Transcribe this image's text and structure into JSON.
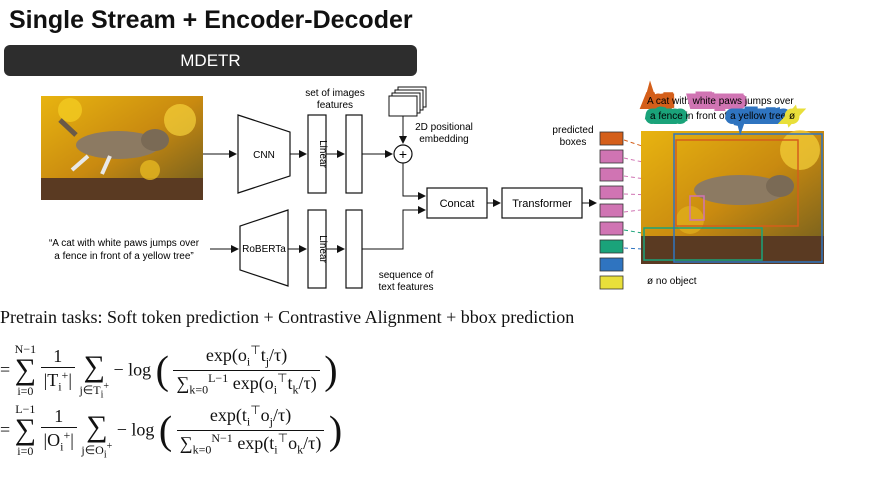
{
  "title": "Single Stream + Encoder-Decoder",
  "banner": "MDETR",
  "diagram": {
    "cnn": "CNN",
    "roberta": "RoBERTa",
    "linear1": "Linear",
    "linear2": "Linear",
    "img_features": [
      "set of images",
      "features"
    ],
    "pos_embed": [
      "2D positional",
      "embedding"
    ],
    "plus": "+",
    "concat": "Concat",
    "transformer": "Transformer",
    "caption": [
      "“A cat with white paws jumps over",
      "a fence in front of a yellow tree”"
    ],
    "text_features": [
      "sequence of",
      "text features"
    ],
    "predicted_boxes": [
      "predicted",
      "boxes"
    ],
    "no_object": "ø no object",
    "output_caption": {
      "line1": [
        {
          "text": "A cat",
          "hl": "#d45f1a"
        },
        {
          "text": " with ",
          "hl": ""
        },
        {
          "text": "white paws",
          "hl": "#d074b3"
        },
        {
          "text": " jumps over",
          "hl": ""
        }
      ],
      "line2": [
        {
          "text": "a fence",
          "hl": "#1aa37a"
        },
        {
          "text": " in front of ",
          "hl": ""
        },
        {
          "text": "a yellow tree",
          "hl": "#2f74c0"
        },
        {
          "text": " ø",
          "hl": "#e8df3a"
        }
      ]
    },
    "box_colors": [
      "#d45f1a",
      "#d074b3",
      "#d074b3",
      "#d074b3",
      "#d074b3",
      "#d074b3",
      "#1aa37a",
      "#2f74c0",
      "#e8df3a"
    ]
  },
  "pretrain": "Pretrain tasks: Soft token prediction + Contrastive Alignment + bbox prediction",
  "eq1": {
    "sum1_top": "N−1",
    "sum1_bot": "i=0",
    "frac1_num": "1",
    "frac1_den": "|T",
    "frac1_den_sup": "+",
    "frac1_den_sub": "i",
    "sum2_bot": "j∈T",
    "sum2_bot_sup": "+",
    "minus_log": "− log",
    "num": "exp(o",
    "num_rest": "t",
    "num_tail": "/τ)",
    "den": "exp(o",
    "den_rest": "t",
    "den_tail": "/τ)",
    "den_sum_top": "L−1",
    "den_sum_bot": "k=0"
  },
  "eq2": {
    "sum1_top": "L−1",
    "sum1_bot": "i=0",
    "frac1_num": "1",
    "frac1_den": "|O",
    "sum2_bot": "j∈O",
    "minus_log": "− log",
    "den_sum_top": "N−1",
    "den_sum_bot": "k=0"
  }
}
